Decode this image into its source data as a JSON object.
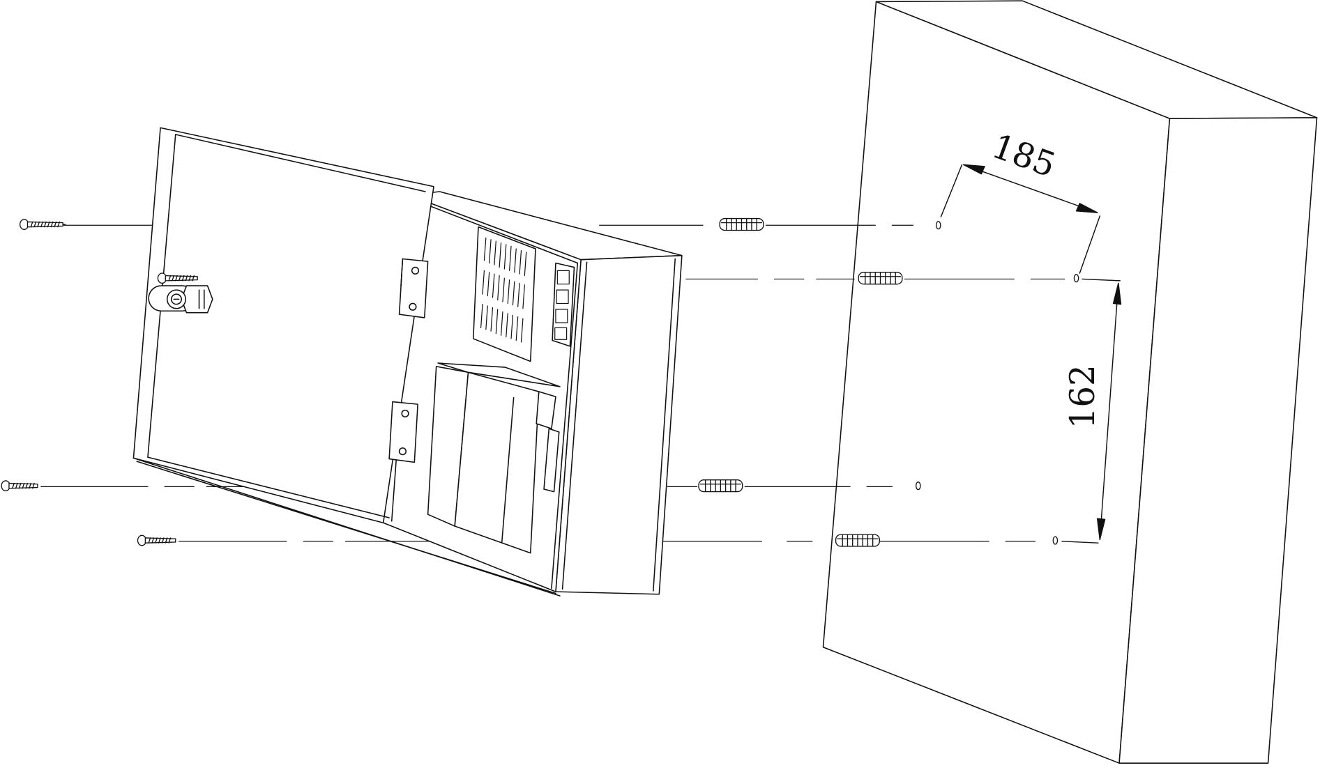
{
  "diagram": {
    "line_color": "#111111",
    "fill_color": "#ffffff",
    "dimensions": {
      "horizontal_spacing": "185",
      "vertical_spacing": "162"
    },
    "parts": {
      "screws": 4,
      "wall_plugs": 4,
      "wall_holes": 4
    }
  }
}
